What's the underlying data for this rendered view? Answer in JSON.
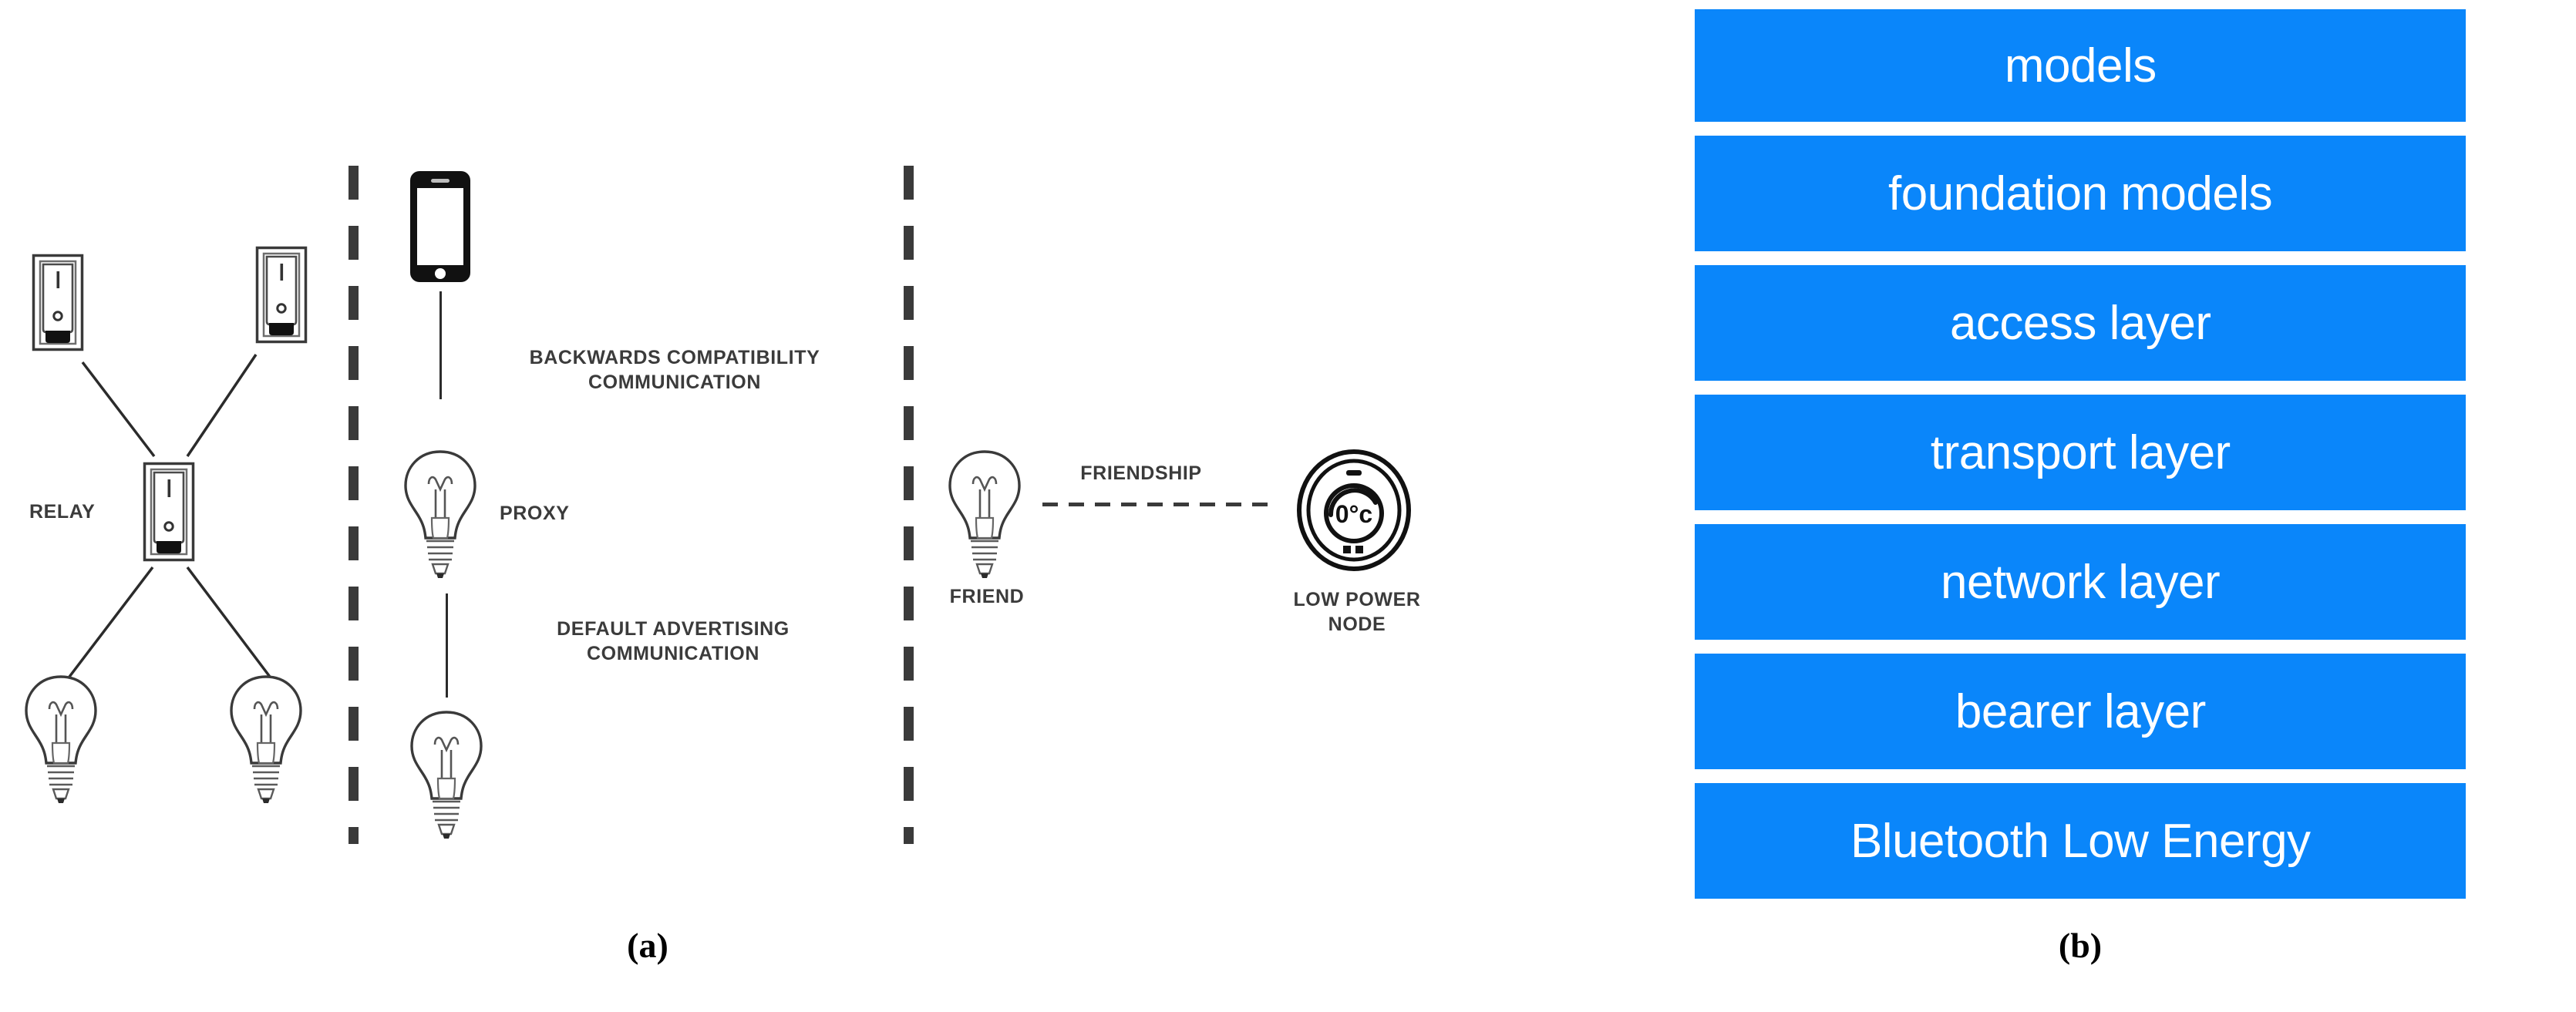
{
  "figure": {
    "panel_a": {
      "caption": "(a)",
      "labels": {
        "relay": "RELAY",
        "proxy": "PROXY",
        "friend": "FRIEND",
        "low_power_node": "LOW POWER\nNODE",
        "friendship": "FRIENDSHIP",
        "backwards_compatibility": "BACKWARDS COMPATIBILITY\nCOMMUNICATION",
        "default_advertising": "DEFAULT ADVERTISING\nCOMMUNICATION"
      },
      "icons": {
        "switch_top_left": "rocker-switch-icon",
        "switch_top_right": "rocker-switch-icon",
        "switch_relay": "rocker-switch-icon",
        "bulb_bottom_left": "light-bulb-icon",
        "bulb_bottom_right": "light-bulb-icon",
        "smartphone": "smartphone-icon",
        "bulb_proxy": "light-bulb-icon",
        "bulb_plain": "light-bulb-icon",
        "bulb_friend": "light-bulb-icon",
        "thermostat": "thermostat-icon"
      },
      "thermostat_reading": "0°c"
    },
    "panel_b": {
      "caption": "(b)",
      "stack_color": "#0a86fa",
      "text_color": "#ffffff",
      "layers": [
        {
          "label": "models"
        },
        {
          "label": "foundation models"
        },
        {
          "label": "access layer"
        },
        {
          "label": "transport layer"
        },
        {
          "label": "network layer"
        },
        {
          "label": "bearer layer"
        },
        {
          "label": "Bluetooth Low Energy"
        }
      ]
    }
  }
}
